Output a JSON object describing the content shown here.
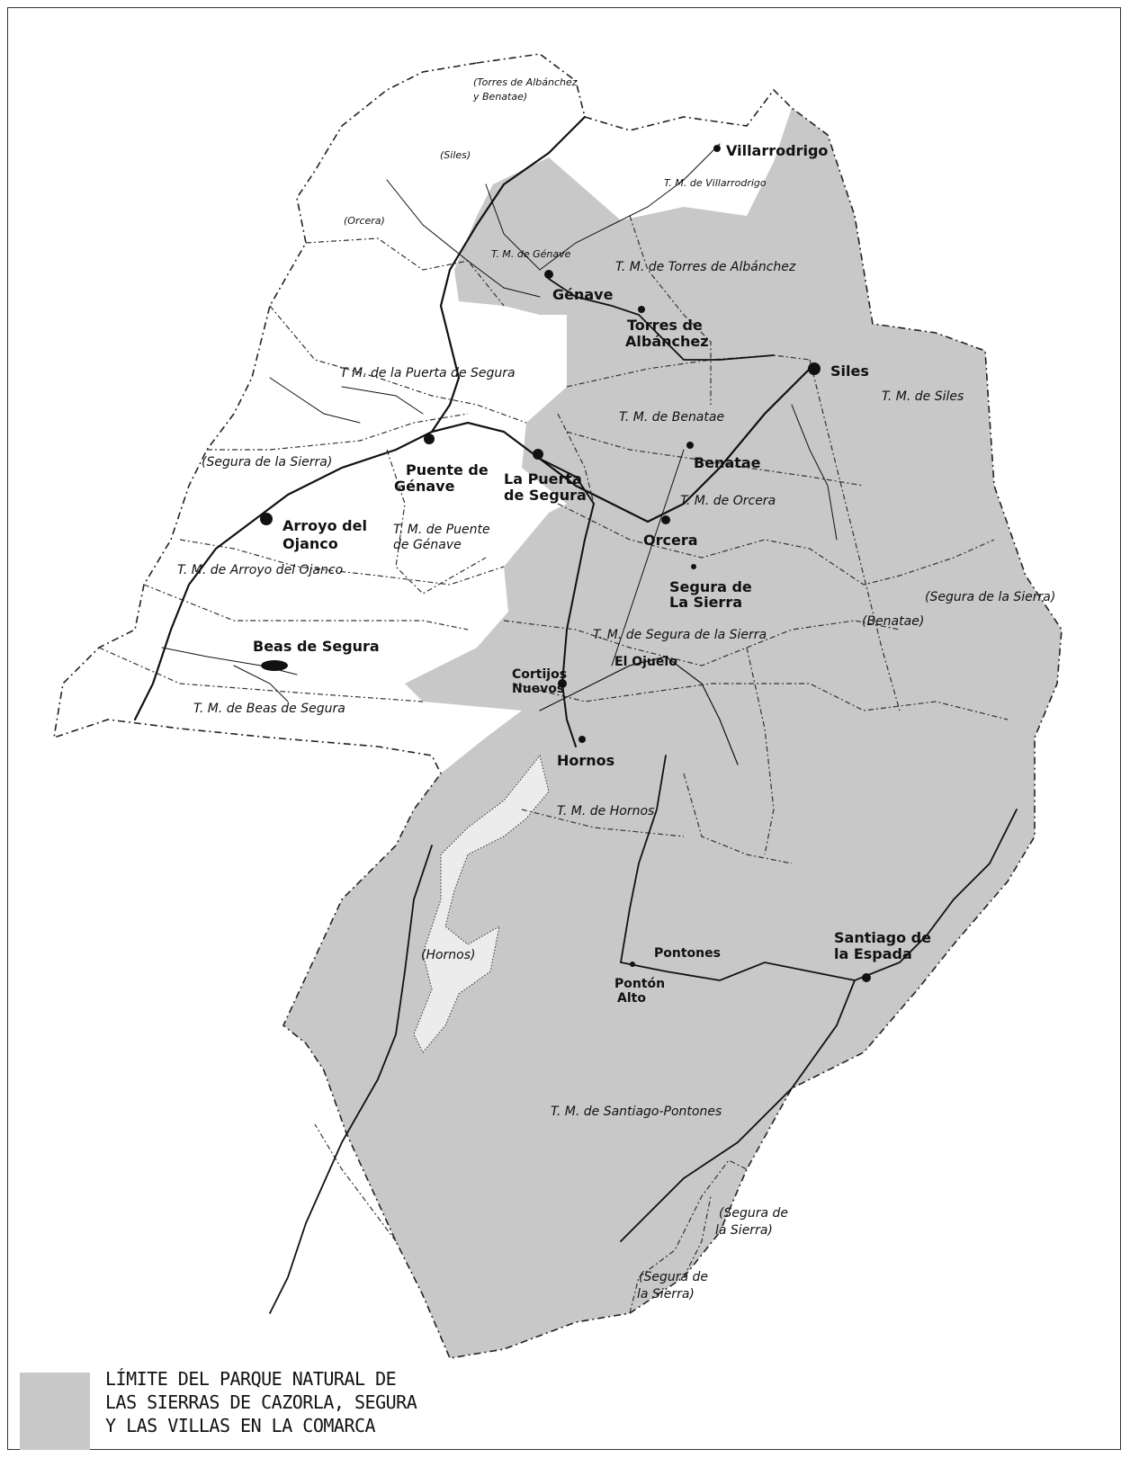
{
  "towns": {
    "villarrodrigo": "Villarrodrigo",
    "genave": "Génave",
    "torres_l1": "Torres de",
    "torres_l2": "Albánchez",
    "siles": "Siles",
    "benatae": "Benatae",
    "puente_l1": "Puente de",
    "puente_l2": "Génave",
    "puerta_l1": "La Puerta",
    "puerta_l2": "de Segura",
    "arroyo_l1": "Arroyo del",
    "arroyo_l2": "Ojanco",
    "orcera": "Orcera",
    "segura_l1": "Segura de",
    "segura_l2": "La Sierra",
    "beas": "Beas de Segura",
    "elojuelo": "El Ojuelo",
    "cortijos_l1": "Cortijos",
    "cortijos_l2": "Nuevos",
    "hornos": "Hornos",
    "pontones": "Pontones",
    "ponton_l1": "Pontón",
    "ponton_l2": "Alto",
    "santiago_l1": "Santiago de",
    "santiago_l2": "la Espada"
  },
  "municipalities": {
    "villarrodrigo": "T. M. de Villarrodrigo",
    "genave": "T. M. de Génave",
    "torres": "T. M. de Torres de Albánchez",
    "puerta": "T M. de la Puerta de Segura",
    "siles": "T. M. de Siles",
    "benatae": "T. M. de Benatae",
    "orcera": "T. M. de Orcera",
    "puente_l1": "T. M. de Puente",
    "puente_l2": "de Génave",
    "arroyo": "T. M. de  Arroyo del Ojanco",
    "segura": "T. M. de Segura de la Sierra",
    "beas": "T. M. de Beas de Segura",
    "hornos": "T. M. de Hornos",
    "santiago": "T. M. de Santiago-Pontones"
  },
  "enclaves": {
    "torres_l1": "(Torres de Albánchez",
    "torres_l2": "y Benatae)",
    "siles": "(Siles)",
    "orcera": "(Orcera)",
    "segura_nw": "(Segura de la Sierra)",
    "segura_e": "(Segura de la Sierra)",
    "benatae": "(Benatae)",
    "hornos": "(Hornos)",
    "segura_s1_l1": "(Segura de",
    "segura_s1_l2": "la Sierra)",
    "segura_s2_l1": "(Segura de",
    "segura_s2_l2": "la Sierra)"
  },
  "legend": {
    "line1": "LÍMITE DEL PARQUE NATURAL DE",
    "line2": "LAS SIERRAS DE CAZORLA, SEGURA",
    "line3": "Y LAS VILLAS EN LA  COMARCA"
  },
  "colors": {
    "park_fill": "#c8c8c8",
    "reservoir_fill": "#ececec",
    "boundary": "#222222",
    "road": "#111111"
  }
}
